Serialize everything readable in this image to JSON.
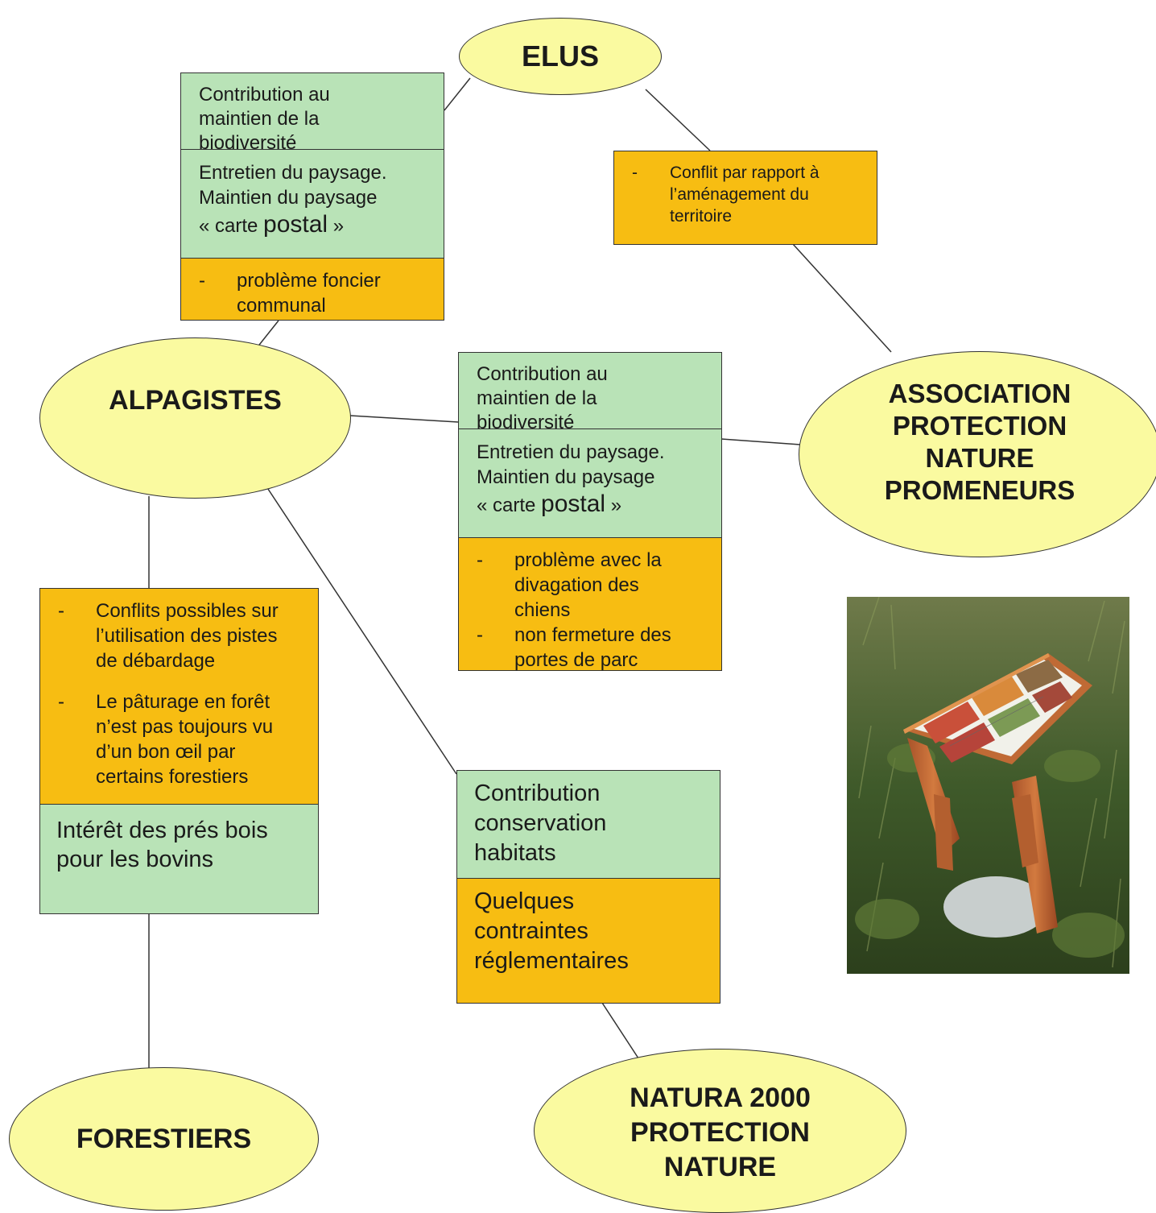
{
  "colors": {
    "ellipse_fill": "#fafaa0",
    "positive_box": "#b9e3b7",
    "negative_box": "#f7bd12",
    "line": "#333333"
  },
  "actors": {
    "elus": "ELUS",
    "alpagistes": "ALPAGISTES",
    "association": [
      "ASSOCIATION",
      "PROTECTION",
      "NATURE",
      "PROMENEURS"
    ],
    "forestiers": "FORESTIERS",
    "natura": [
      "NATURA 2000",
      "PROTECTION",
      "NATURE"
    ]
  },
  "elus_alpagistes": {
    "positive_1": [
      "Contribution au",
      "maintien de la",
      "biodiversité"
    ],
    "positive_2": [
      "Entretien du paysage.",
      "Maintien du paysage"
    ],
    "positive_2_quote": [
      "« carte ",
      "postal",
      " »"
    ],
    "negative": {
      "dash": "-",
      "text": [
        "problème  foncier",
        "communal"
      ]
    }
  },
  "elus_association": {
    "negative": {
      "dash": "-",
      "text": [
        "Conflit par rapport à",
        "l’aménagement du",
        "territoire"
      ]
    }
  },
  "alpagistes_association": {
    "positive_1": [
      "Contribution au",
      "maintien de la",
      "biodiversité"
    ],
    "positive_2": [
      "Entretien du paysage.",
      "Maintien du paysage"
    ],
    "positive_2_quote": [
      "« carte ",
      "postal",
      " »"
    ],
    "negative": [
      {
        "dash": "-",
        "text": [
          "problème avec la",
          "divagation des",
          "chiens"
        ]
      },
      {
        "dash": "-",
        "text": [
          "non fermeture des",
          "portes de parc"
        ]
      }
    ]
  },
  "alpagistes_forestiers": {
    "negative": [
      {
        "dash": "-",
        "text": [
          "Conflits possibles sur",
          "l’utilisation des pistes",
          "de débardage"
        ]
      },
      {
        "dash": "-",
        "text": [
          "Le pâturage en forêt",
          "n’est pas toujours vu",
          "d’un bon œil par",
          "certains forestiers"
        ]
      }
    ],
    "positive": [
      "Intérêt des prés bois",
      "pour les bovins"
    ]
  },
  "alpagistes_natura": {
    "positive": [
      "Contribution",
      "conservation",
      "habitats"
    ],
    "negative": [
      "Quelques",
      "contraintes",
      "réglementaires"
    ]
  }
}
